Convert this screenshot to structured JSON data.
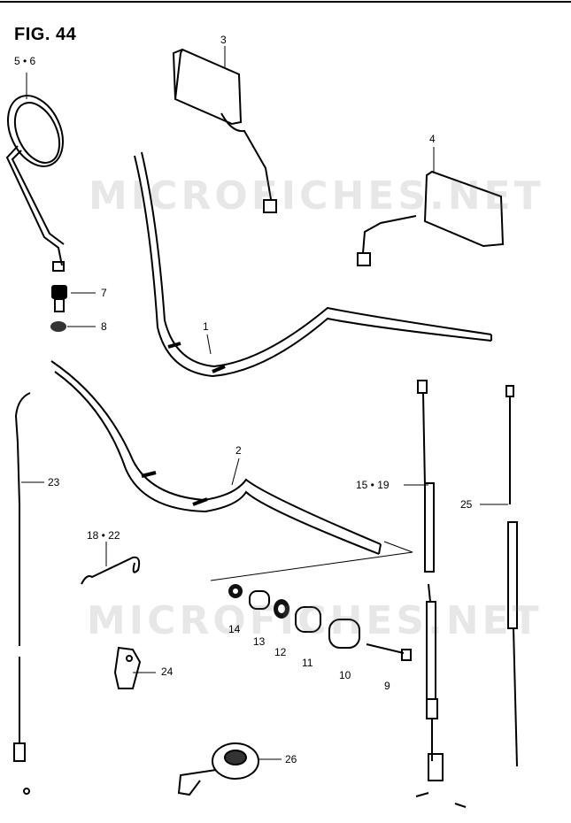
{
  "figure": {
    "title": "FIG. 44"
  },
  "watermarks": [
    "MICROFICHES.NET",
    "MICROFICHES.NET"
  ],
  "callouts": {
    "p1": "1",
    "p2": "2",
    "p3": "3",
    "p4": "4",
    "p5_6": "5 • 6",
    "p7": "7",
    "p8": "8",
    "p9": "9",
    "p10": "10",
    "p11": "11",
    "p12": "12",
    "p13": "13",
    "p14": "14",
    "p15_19": "15 • 19",
    "p18_22": "18 • 22",
    "p23": "23",
    "p24": "24",
    "p25": "25",
    "p26": "26"
  }
}
